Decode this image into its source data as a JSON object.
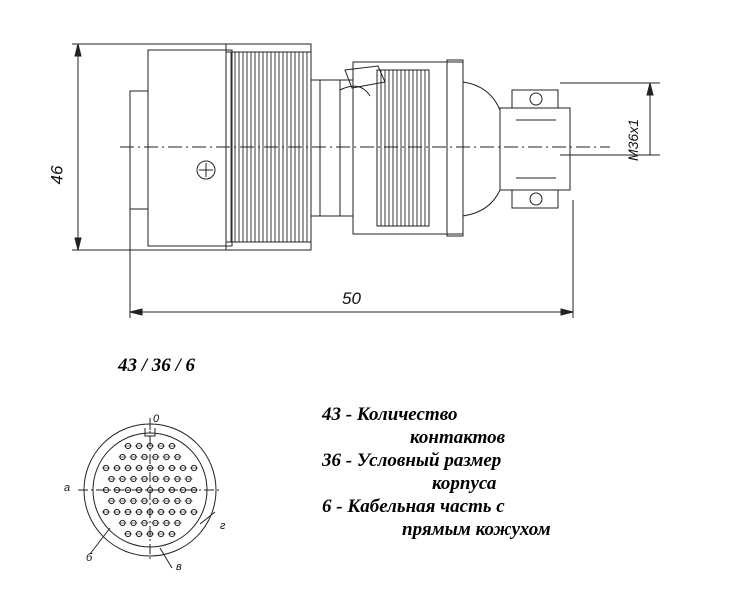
{
  "dimensions": {
    "height": "46",
    "length": "50",
    "thread": "M36x1"
  },
  "designation": "43 / 36 / 6",
  "legend": [
    {
      "line1": "43 - Количество",
      "line2": "контактов"
    },
    {
      "line1": "36 - Условный размер",
      "line2": "корпуса"
    },
    {
      "line1": "6 - Кабельная часть с",
      "line2": "прямым кожухом"
    }
  ],
  "pinout_marks": {
    "top": "0",
    "left": "а",
    "bottom_left": "б",
    "bottom": "в",
    "right": "г"
  }
}
